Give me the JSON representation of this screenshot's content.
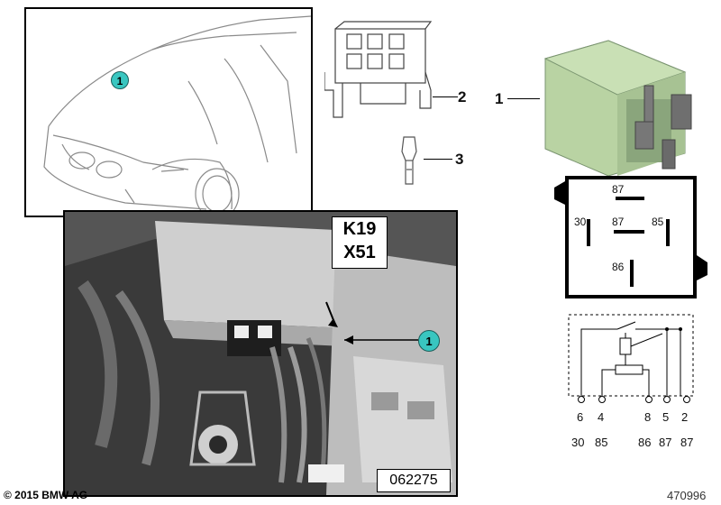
{
  "callouts": {
    "car_marker": "1",
    "photo_marker": "1",
    "relay_label": "1",
    "connector_label": "2",
    "terminal_label": "3"
  },
  "photo": {
    "line1": "K19",
    "line2": "X51",
    "ref_code": "062275"
  },
  "relay_pins": {
    "top": "87",
    "left": "30",
    "center": "87",
    "right": "85",
    "bottom": "86"
  },
  "schematic": {
    "pin_numbers": [
      "6",
      "4",
      "8",
      "5",
      "2"
    ],
    "terminal_numbers": [
      "30",
      "85",
      "86",
      "87",
      "87"
    ]
  },
  "footer": {
    "copyright": "© 2015 BMW AG",
    "diagram_id": "470996"
  },
  "colors": {
    "callout": "#39c6c0",
    "relay_green": "#b9d3a3"
  }
}
